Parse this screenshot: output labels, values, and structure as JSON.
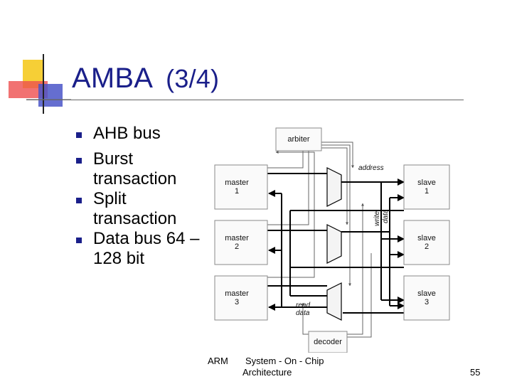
{
  "slide": {
    "title_main": "AMBA",
    "title_sub": "(3/4)",
    "bullets": [
      {
        "text": "AHB bus"
      },
      {
        "text": "Burst transaction"
      },
      {
        "text": "Split transaction"
      },
      {
        "text": "Data bus 64 – 128 bit"
      }
    ],
    "footer_left": "ARM",
    "footer_center_1": "System - On - Chip",
    "footer_center_2": "Architecture",
    "page_number": "55",
    "accent_color": "#1a1f8a"
  },
  "diagram": {
    "arbiter": "arbiter",
    "decoder": "decoder",
    "masters": [
      {
        "line1": "master",
        "line2": "1"
      },
      {
        "line1": "master",
        "line2": "2"
      },
      {
        "line1": "master",
        "line2": "3"
      }
    ],
    "slaves": [
      {
        "line1": "slave",
        "line2": "1"
      },
      {
        "line1": "slave",
        "line2": "2"
      },
      {
        "line1": "slave",
        "line2": "3"
      }
    ],
    "address_label": "address",
    "write_data_label_1": "write",
    "write_data_label_2": "data",
    "read_data_label_1": "read",
    "read_data_label_2": "data"
  }
}
